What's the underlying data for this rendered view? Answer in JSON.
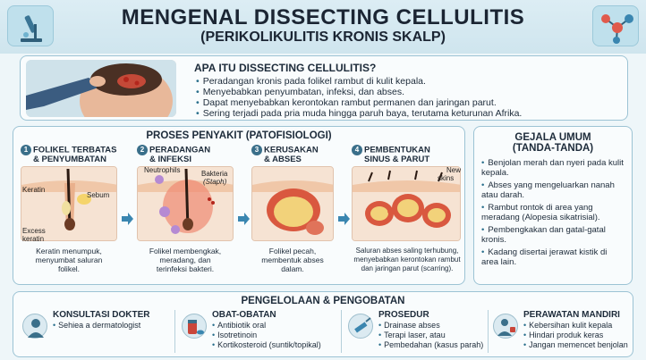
{
  "header": {
    "title": "MENGENAL DISSECTING CELLULITIS",
    "subtitle": "(PERIKOLIKULITIS KRONIS SKALP)",
    "left_icon": "microscope-icon",
    "right_icon": "molecule-icon"
  },
  "intro": {
    "heading": "APA ITU DISSECTING CELLULITIS?",
    "items": [
      "Peradangan kronis pada folikel rambut di kulit kepala.",
      "Menyebabkan penyumbatan, infeksi, dan abses.",
      "Dapat menyebabkan kerontokan rambut permanen dan jaringan parut.",
      "Sering terjadi pada pria muda hingga paruh baya, terutama keturunan Afrika."
    ]
  },
  "process": {
    "title": "PROSES PENYAKIT (PATOFISIOLOGI)",
    "stages": [
      {
        "num": "1",
        "title1": "FOLIKEL TERBATAS",
        "title2": "& PENYUMBATAN",
        "labels": [
          "Keratin",
          "Sebum",
          "Excess",
          "keratin"
        ],
        "caption": [
          "Keratin menumpuk,",
          "menyumbat saluran",
          "folikel."
        ]
      },
      {
        "num": "2",
        "title1": "PERADANGAN",
        "title2": "& INFEKSI",
        "labels": [
          "Neutrophils",
          "Bakteria",
          "(Staph)"
        ],
        "caption": [
          "Folikel membengkak,",
          "meradang, dan",
          "terinfeksi bakteri."
        ]
      },
      {
        "num": "3",
        "title1": "KERUSAKAN",
        "title2": "& ABSES",
        "labels": [],
        "caption": [
          "Folikel pecah,",
          "membentuk abses",
          "dalam."
        ]
      },
      {
        "num": "4",
        "title1": "PEMBENTUKAN",
        "title2": "SINUS & PARUT",
        "labels": [
          "New",
          "skins"
        ],
        "caption": [
          "Saluran abses saling terhubung,",
          "menyebabkan kerontokan rambut",
          "dan jaringan parut (scarring)."
        ]
      }
    ]
  },
  "symptoms": {
    "heading1": "GEJALA UMUM",
    "heading2": "(TANDA-TANDA)",
    "items": [
      "Benjolan merah dan nyeri pada kulit kepala.",
      "Abses yang mengeluarkan nanah atau darah.",
      "Rambut rontok di area yang meradang (Alopesia sikatrisial).",
      "Pembengkakan dan gatal-gatal kronis.",
      "Kadang disertai jerawat kistik di area lain."
    ]
  },
  "management": {
    "title": "PENGELOLAAN & PENGOBATAN",
    "columns": [
      {
        "heading": "KONSULTASI DOKTER",
        "icon": "doctor-icon",
        "items": [
          "Sehiea a dermatologist"
        ]
      },
      {
        "heading": "OBAT-OBATAN",
        "icon": "pills-icon",
        "items": [
          "Antibiotik oral",
          "Isotretinoin",
          "Kortikosteroid (suntik/topikal)"
        ]
      },
      {
        "heading": "PROSEDUR",
        "icon": "syringe-icon",
        "items": [
          "Drainase abses",
          "Terapi laser, atau",
          "Pembedahan (kasus parah)"
        ]
      },
      {
        "heading": "PERAWATAN MANDIRI",
        "icon": "self-care-icon",
        "items": [
          "Kebersihan kulit kepala",
          "Hindari produk keras",
          "Jangan memencet benjolan"
        ]
      }
    ]
  }
}
